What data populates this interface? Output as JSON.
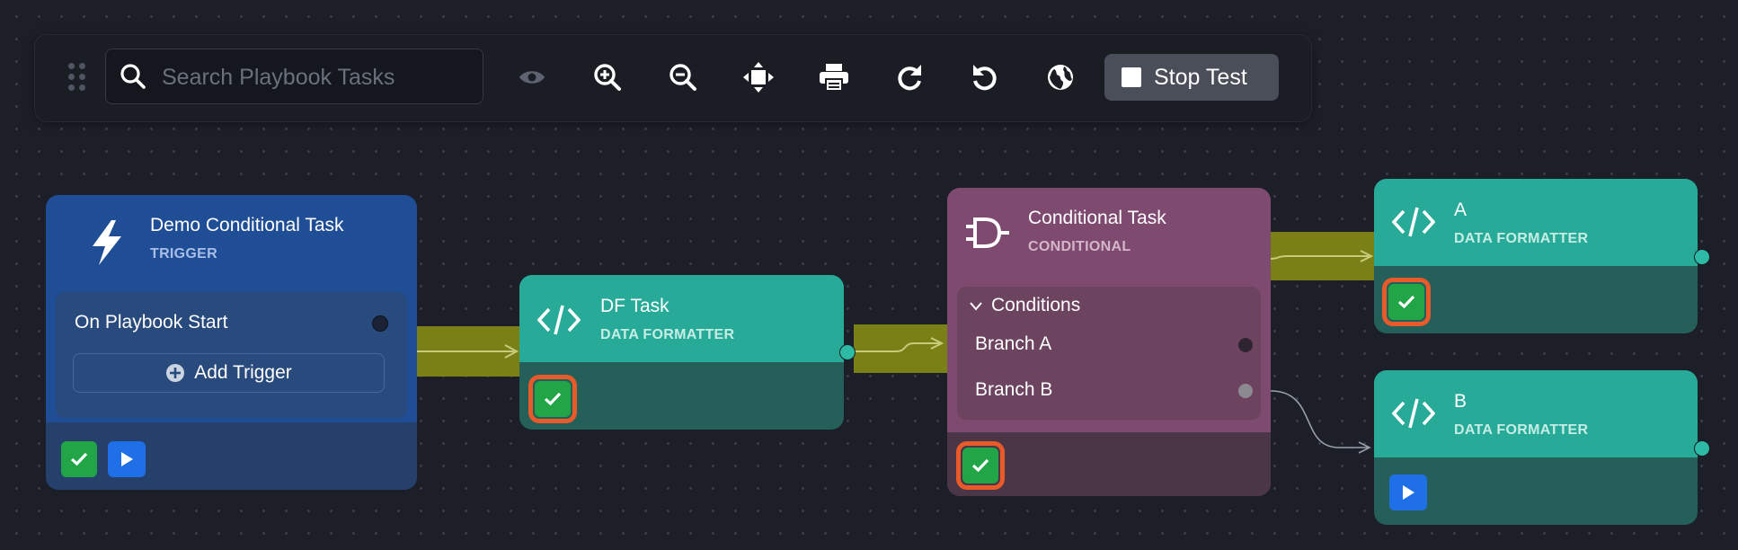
{
  "toolbar": {
    "search_placeholder": "Search Playbook Tasks",
    "icons": [
      "drag-handle-icon",
      "search-icon",
      "eye-icon",
      "zoom-in-icon",
      "zoom-out-icon",
      "fit-view-icon",
      "print-icon",
      "redo-icon",
      "undo-icon",
      "globe-icon",
      "stop-icon"
    ],
    "stop_label": "Stop Test"
  },
  "colors": {
    "canvas": "#1c1f27",
    "trigger_node": "#1f4e96",
    "formatter_node": "#27ab98",
    "conditional_node": "#7f4a6f",
    "wire": "#7a8016",
    "success": "#22a547",
    "highlight": "#e95a2a",
    "run": "#1f6fe6"
  },
  "nodes": {
    "trigger": {
      "title": "Demo Conditional Task",
      "type": "TRIGGER",
      "icon": "lightning-icon",
      "event": "On Playbook Start",
      "add_trigger": "Add Trigger"
    },
    "df_task": {
      "title": "DF Task",
      "type": "DATA FORMATTER",
      "icon": "code-icon"
    },
    "conditional": {
      "title": "Conditional Task",
      "type": "CONDITIONAL",
      "icon": "plug-icon",
      "conditions_label": "Conditions",
      "branches": [
        "Branch A",
        "Branch B"
      ]
    },
    "a": {
      "title": "A",
      "type": "DATA FORMATTER",
      "icon": "code-icon"
    },
    "b": {
      "title": "B",
      "type": "DATA FORMATTER",
      "icon": "code-icon"
    }
  }
}
